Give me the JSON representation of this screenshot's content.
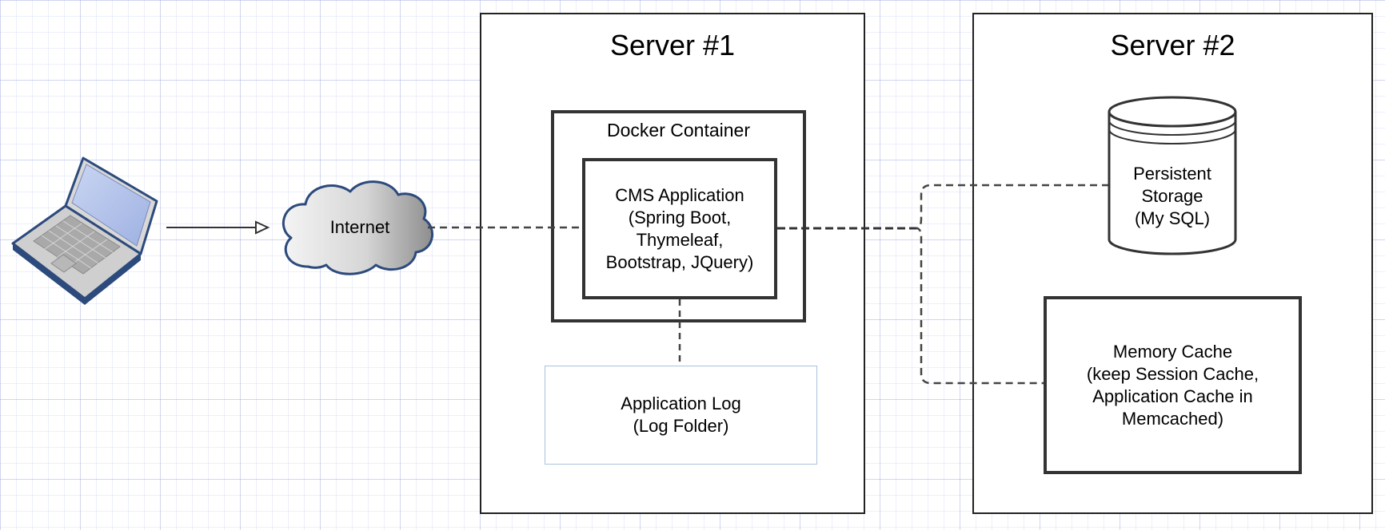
{
  "internet": {
    "label": "Internet"
  },
  "server1": {
    "title": "Server #1",
    "docker": {
      "title": "Docker Container",
      "cms_label": "CMS Application\n(Spring Boot,\nThymeleaf,\nBootstrap, JQuery)"
    },
    "app_log_label": "Application Log\n(Log Folder)"
  },
  "server2": {
    "title": "Server #2",
    "storage_label": "Persistent\nStorage\n(My SQL)",
    "memory_cache_label": "Memory Cache\n(keep Session Cache,\nApplication Cache in\nMemcached)"
  },
  "colors": {
    "grid": "#c6cbf0",
    "laptop_screen": "#b8c6ea",
    "laptop_body": "#c9c9c9",
    "laptop_outline": "#2c4a7c",
    "cloud_fill_light": "#f2f2f2",
    "cloud_fill_dark": "#8e8e8e",
    "cloud_outline": "#2c4a7c",
    "app_log_border": "#a9c3e0"
  },
  "icons": [
    "laptop-icon",
    "cloud-icon",
    "database-cylinder-icon",
    "arrow-right-icon"
  ]
}
